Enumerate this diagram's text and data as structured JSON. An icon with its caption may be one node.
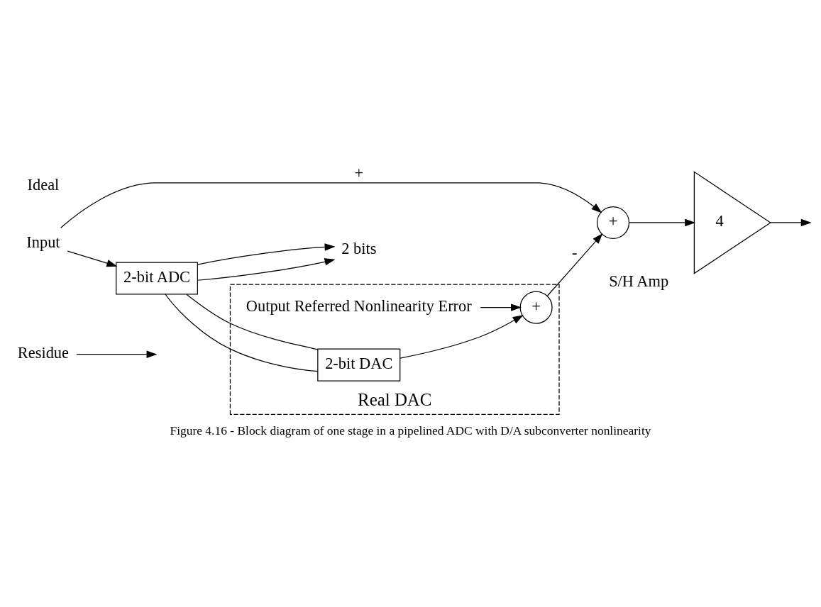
{
  "diagram": {
    "caption": "Figure 4.16 - Block diagram of one stage in a pipelined ADC with D/A subconverter nonlinearity",
    "nodes": [
      {
        "text": [
          "Residue"
        ]
      },
      {
        "text": [
          "S/H Amp",
          "4"
        ]
      },
      {
        "text": [
          "Input"
        ]
      },
      {
        "text": [
          "+"
        ]
      },
      {
        "text": [
          "Real DAC"
        ]
      },
      {
        "text": [
          "Output Referred Nonlinearity Error"
        ],
        "in": 4
      },
      {
        "text": [
          "+"
        ],
        "in": 4
      },
      {
        "text": [
          "2-bit ADC"
        ]
      },
      {
        "text": [
          "2-bit DAC"
        ],
        "in": 4
      },
      {
        "text": [
          "2 bits"
        ]
      }
    ],
    "edges": [
      {
        "from": 2,
        "to": 3,
        "arrow": "to",
        "label": "+"
      },
      {
        "from": 3,
        "to": 1,
        "arrow": "to"
      },
      {
        "from": 0,
        "to": null,
        "arrow": "to"
      },
      {
        "from": 1,
        "to": null,
        "arrow": "to"
      },
      {
        "from": 2,
        "to": 7,
        "arrow": "to"
      },
      {
        "from": 7,
        "to": 8,
        "arrow": "none"
      },
      {
        "from": 7,
        "to": 8,
        "arrow": "none"
      },
      {
        "from": 7,
        "to": 9,
        "arrow": "to"
      },
      {
        "from": 7,
        "to": 9,
        "arrow": "to"
      },
      {
        "from": 8,
        "to": 6,
        "arrow": "to"
      },
      {
        "from": 5,
        "to": 6,
        "arrow": "to"
      },
      {
        "from": 6,
        "to": 3,
        "arrow": "to",
        "label": "-"
      }
    ],
    "labels": [
      "Ideal"
    ]
  }
}
